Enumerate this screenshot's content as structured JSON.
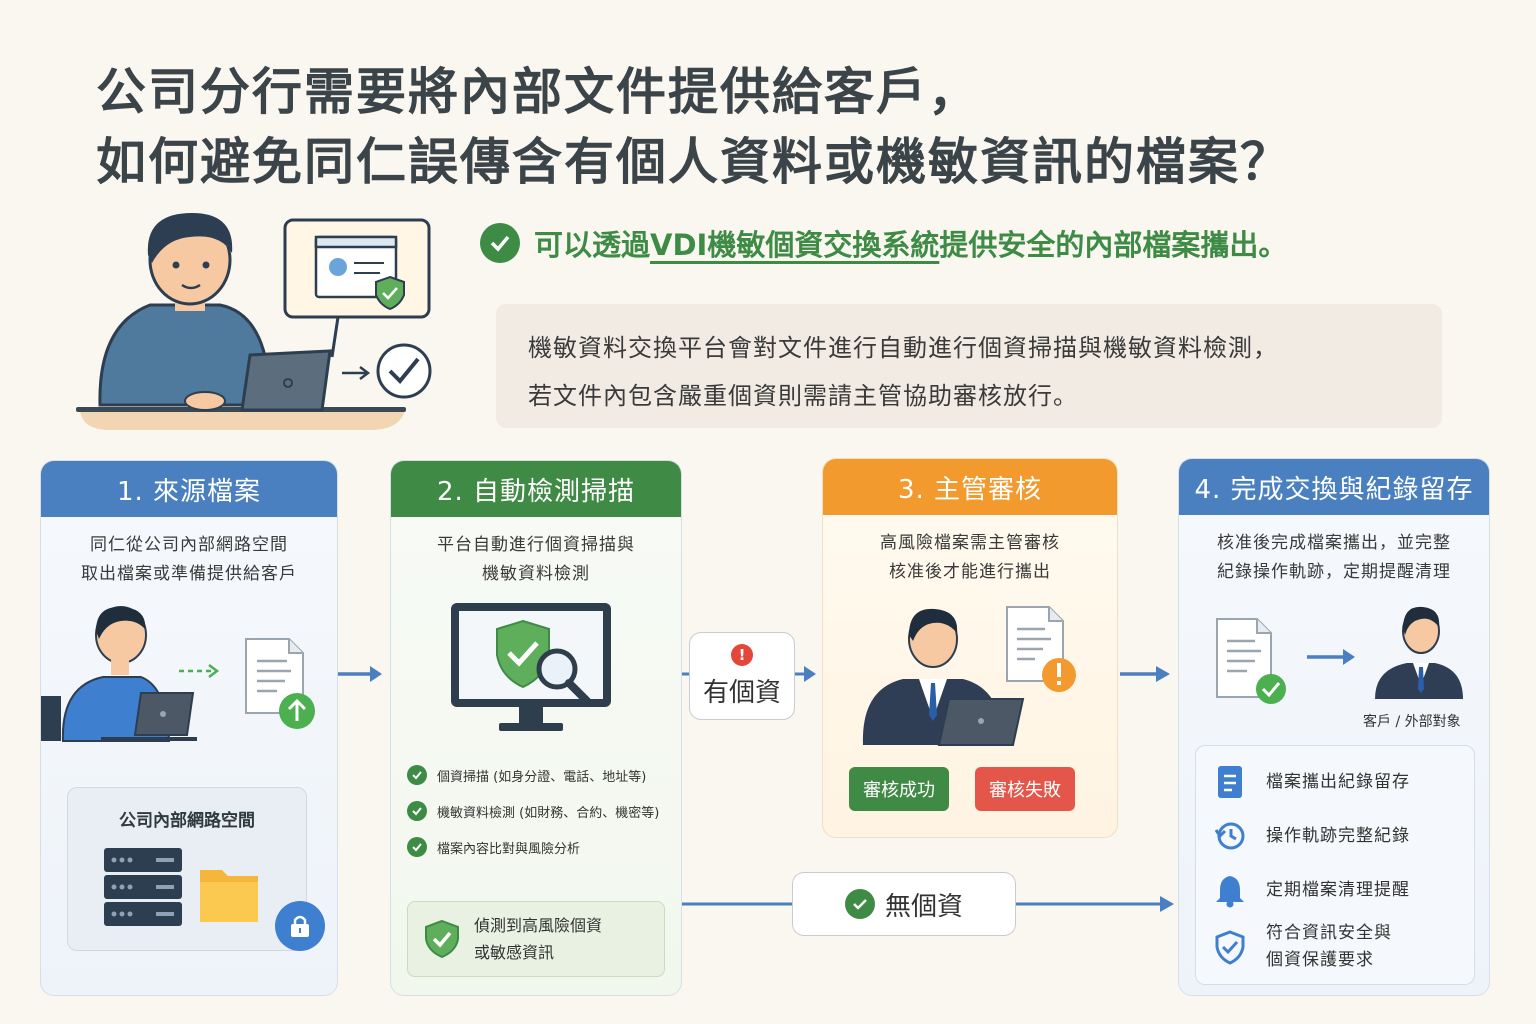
{
  "title": {
    "line1": "公司分行需要將內部文件提供給客戶，",
    "line2": "如何避免同仁誤傳含有個人資料或機敏資訊的檔案？"
  },
  "answer": {
    "prefix": "可以透過",
    "highlight": "VDI機敏個資交換系統",
    "suffix": "提供安全的內部檔案攜出。"
  },
  "description": {
    "line1": "機敏資料交換平台會對文件進行自動進行個資掃描與機敏資料檢測，",
    "line2": "若文件內包含嚴重個資則需請主管協助審核放行。"
  },
  "steps": [
    {
      "title": "1. 來源檔案",
      "desc_line1": "同仁從公司內部網路空間",
      "desc_line2": "取出檔案或準備提供給客戶",
      "box_title": "公司內部網路空間"
    },
    {
      "title": "2. 自動檢測掃描",
      "desc_line1": "平台自動進行個資掃描與",
      "desc_line2": "機敏資料檢測",
      "checks": [
        "個資掃描 (如身分證、電話、地址等)",
        "機敏資料檢測 (如財務、合約、機密等)",
        "檔案內容比對與風險分析"
      ],
      "risk_line1": "偵測到高風險個資",
      "risk_line2": "或敏感資訊"
    },
    {
      "title": "3. 主管審核",
      "desc_line1": "高風險檔案需主管審核",
      "desc_line2": "核准後才能進行攜出",
      "approve_label": "審核成功",
      "reject_label": "審核失敗"
    },
    {
      "title": "4. 完成交換與紀錄留存",
      "desc_line1": "核准後完成檔案攜出，並完整",
      "desc_line2": "紀錄操作軌跡，定期提醒清理",
      "recipient_label": "客戶 / 外部對象",
      "records": [
        {
          "icon": "document-icon",
          "line1": "檔案攜出紀錄留存",
          "line2": ""
        },
        {
          "icon": "history-icon",
          "line1": "操作軌跡完整紀錄",
          "line2": ""
        },
        {
          "icon": "bell-icon",
          "line1": "定期檔案清理提醒",
          "line2": ""
        },
        {
          "icon": "shield-check-icon",
          "line1": "符合資訊安全與",
          "line2": "個資保護要求"
        }
      ]
    }
  ],
  "branches": {
    "has_pii": "有個資",
    "no_pii": "無個資"
  },
  "colors": {
    "blue": "#4a7fc0",
    "green": "#3f8a45",
    "orange": "#f29a2e",
    "red": "#e4564a",
    "approve": "#3f8a45"
  }
}
